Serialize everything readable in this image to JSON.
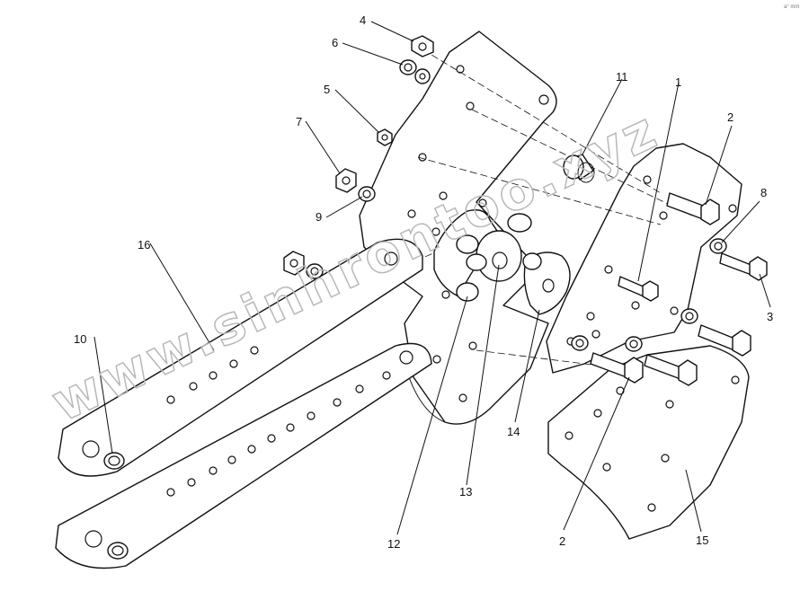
{
  "watermark": "www.sinhrontoo.xyz",
  "corner_mark": "a° mm",
  "callouts": {
    "c1": "1",
    "c2a": "2",
    "c2b": "2",
    "c3": "3",
    "c4": "4",
    "c5": "5",
    "c6": "6",
    "c7": "7",
    "c8": "8",
    "c9": "9",
    "c10": "10",
    "c11": "11",
    "c12": "12",
    "c13": "13",
    "c14": "14",
    "c15": "15",
    "c16": "16"
  }
}
